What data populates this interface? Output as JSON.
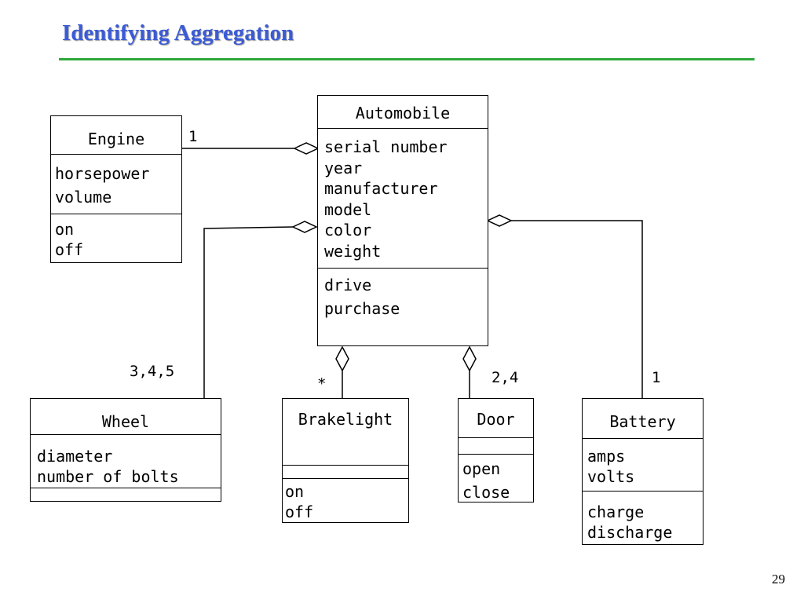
{
  "title": "Identifying Aggregation",
  "page_number": "29",
  "classes": {
    "automobile": {
      "name": "Automobile",
      "attributes": [
        "serial number",
        "year",
        "manufacturer",
        "model",
        "color",
        "weight"
      ],
      "operations": [
        "drive",
        "purchase"
      ]
    },
    "engine": {
      "name": "Engine",
      "attributes": [
        "horsepower",
        "volume"
      ],
      "operations": [
        "on",
        "off"
      ]
    },
    "wheel": {
      "name": "Wheel",
      "attributes": [
        "diameter",
        "number of bolts"
      ],
      "operations": []
    },
    "brakelight": {
      "name": "Brakelight",
      "attributes": [],
      "operations": [
        "on",
        "off"
      ]
    },
    "door": {
      "name": "Door",
      "attributes": [],
      "operations": [
        "open",
        "close"
      ]
    },
    "battery": {
      "name": "Battery",
      "attributes": [
        "amps",
        "volts"
      ],
      "operations": [
        "charge",
        "discharge"
      ]
    }
  },
  "associations": {
    "engine": {
      "multiplicity": "1"
    },
    "wheel": {
      "multiplicity": "3,4,5"
    },
    "brakelight": {
      "multiplicity": "*"
    },
    "door": {
      "multiplicity": "2,4"
    },
    "battery": {
      "multiplicity": "1"
    }
  },
  "colors": {
    "title": "#3b5bd6",
    "rule": "#2ea83a",
    "lines": "#000000"
  }
}
